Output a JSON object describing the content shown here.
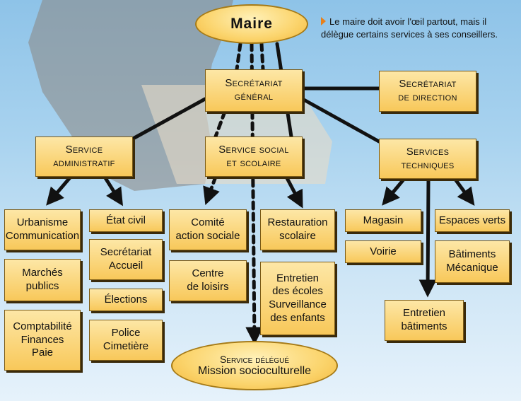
{
  "note": {
    "icon": "triangle-bullet-icon",
    "text": "Le maire doit avoir l'œil partout, mais il délègue certains services à ses conseillers."
  },
  "maire": "Maire",
  "secretariat_general": [
    "Secrétariat",
    "général"
  ],
  "secretariat_direction": [
    "Secrétariat",
    "de direction"
  ],
  "services": {
    "administratif": [
      "Service",
      "administratif"
    ],
    "social": [
      "Service social",
      "et scolaire"
    ],
    "techniques": [
      "Services",
      "techniques"
    ]
  },
  "units": {
    "urbanisme": [
      "Urbanisme",
      "Communication"
    ],
    "marches": [
      "Marchés",
      "publics"
    ],
    "comptabilite": [
      "Comptabilité",
      "Finances",
      "Paie"
    ],
    "etat_civil": [
      "État civil"
    ],
    "secretariat_accueil": [
      "Secrétariat",
      "Accueil"
    ],
    "elections": [
      "Élections"
    ],
    "police": [
      "Police",
      "Cimetière"
    ],
    "comite": [
      "Comité",
      "action sociale"
    ],
    "centre": [
      "Centre",
      "de loisirs"
    ],
    "restauration": [
      "Restauration",
      "scolaire"
    ],
    "entretien_ecoles": [
      "Entretien",
      "des écoles",
      "Surveillance",
      "des enfants"
    ],
    "magasin": [
      "Magasin"
    ],
    "voirie": [
      "Voirie"
    ],
    "espaces_verts": [
      "Espaces verts"
    ],
    "batiments": [
      "Bâtiments",
      "Mécanique"
    ],
    "entretien_batiments": [
      "Entretien",
      "bâtiments"
    ]
  },
  "service_delegue": {
    "title": "Service délégué",
    "subtitle": "Mission socioculturelle"
  }
}
